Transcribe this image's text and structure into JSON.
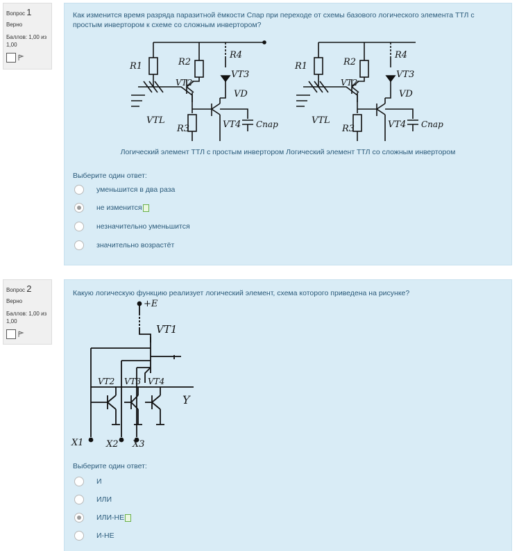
{
  "questions": [
    {
      "number_prefix": "Вопрос",
      "number": "1",
      "state": "Верно",
      "grade": "Баллов: 1,00 из 1,00",
      "text": "Как изменится время разряда паразитной ёмкости Cпар при переходе от схемы базового логического элемента ТТЛ с простым инвертором к схеме со сложным инвертором?",
      "figure_caption": "Логический элемент ТТЛ с простым инвертором Логический элемент ТТЛ со сложным инвертором",
      "prompt": "Выберите один ответ:",
      "options": [
        "уменьшится в два раза",
        "не изменится",
        "незначительно уменьшится",
        "значительно возрастёт"
      ],
      "selected_index": 1,
      "circuit_labels": {
        "r1": "R1",
        "r2": "R2",
        "r3": "R3",
        "r4": "R4",
        "vt1": "VTL",
        "vt2": "VT2",
        "vt3": "VT3",
        "vt4": "VT4",
        "vd": "VD",
        "cpar": "Cпар"
      }
    },
    {
      "number_prefix": "Вопрос",
      "number": "2",
      "state": "Верно",
      "grade": "Баллов: 1,00 из 1,00",
      "text": "Какую логическую функцию реализует логический элемент, схема которого приведена на рисунке?",
      "prompt": "Выберите один ответ:",
      "options": [
        "И",
        "ИЛИ",
        "ИЛИ-НЕ",
        "И-НЕ"
      ],
      "selected_index": 2,
      "circuit_labels": {
        "e": "+E",
        "vt1": "VT1",
        "vt2": "VT2",
        "vt3": "VT3",
        "vt4": "VT4",
        "y": "Y",
        "x1": "X1",
        "x2": "X2",
        "x3": "X3"
      }
    }
  ]
}
